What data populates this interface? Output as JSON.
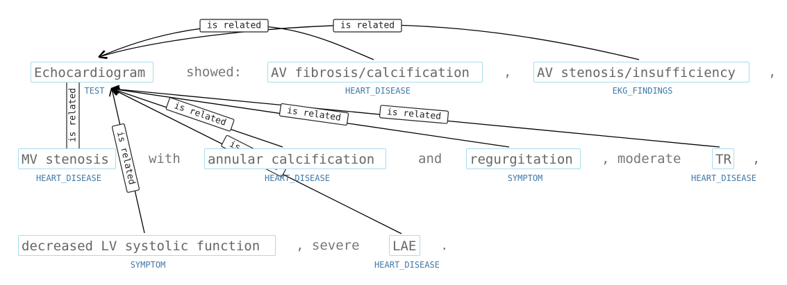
{
  "colors": {
    "entity_border": "#a6dcef",
    "label_text": "#3e78a8",
    "token_text": "#777777",
    "relation_line": "#000000"
  },
  "tokens": {
    "t_showed": "showed:",
    "t_comma1": ",",
    "t_comma2": ",",
    "t_with": "with",
    "t_and": "and",
    "t_moderate": ", moderate",
    "t_comma3": ",",
    "t_severe": ", severe",
    "t_period": "."
  },
  "entities": {
    "echo": {
      "text": "Echocardiogram",
      "label": "TEST"
    },
    "avfib": {
      "text": "AV fibrosis/calcification",
      "label": "HEART_DISEASE"
    },
    "avsten": {
      "text": "AV stenosis/insufficiency",
      "label": "EKG_FINDINGS"
    },
    "mvsten": {
      "text": "MV stenosis",
      "label": "HEART_DISEASE"
    },
    "annular": {
      "text": "annular calcification",
      "label": "HEART_DISEASE"
    },
    "regurg": {
      "text": "regurgitation",
      "label": "SYMPTOM"
    },
    "tr": {
      "text": "TR",
      "label": "HEART_DISEASE"
    },
    "declv": {
      "text": "decreased LV systolic function",
      "label": "SYMPTOM"
    },
    "lae": {
      "text": "LAE",
      "label": "HEART_DISEASE"
    }
  },
  "relations": {
    "r1": "is related",
    "r2": "is related",
    "r3": "is related",
    "r4": "is related",
    "r5": "is related",
    "r6": "is related",
    "r7": "is related",
    "r8": "is related"
  }
}
